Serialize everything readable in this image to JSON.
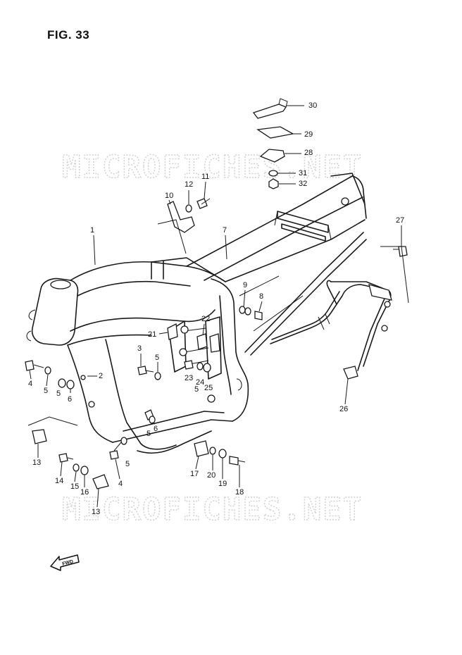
{
  "figure": {
    "title": "FIG. 33"
  },
  "watermark": {
    "text": "MICROFICHES.NET"
  },
  "fwd": {
    "label": "FWD"
  },
  "callouts": [
    {
      "id": "c1",
      "label": "1"
    },
    {
      "id": "c2",
      "label": "2"
    },
    {
      "id": "c3",
      "label": "3"
    },
    {
      "id": "c4a",
      "label": "4"
    },
    {
      "id": "c4b",
      "label": "4"
    },
    {
      "id": "c5a",
      "label": "5"
    },
    {
      "id": "c5b",
      "label": "5"
    },
    {
      "id": "c5c",
      "label": "5"
    },
    {
      "id": "c5d",
      "label": "5"
    },
    {
      "id": "c5e",
      "label": "5"
    },
    {
      "id": "c6a",
      "label": "6"
    },
    {
      "id": "c6b",
      "label": "6"
    },
    {
      "id": "c7",
      "label": "7"
    },
    {
      "id": "c8",
      "label": "8"
    },
    {
      "id": "c9",
      "label": "9"
    },
    {
      "id": "c10",
      "label": "10"
    },
    {
      "id": "c11",
      "label": "11"
    },
    {
      "id": "c12",
      "label": "12"
    },
    {
      "id": "c13a",
      "label": "13"
    },
    {
      "id": "c13b",
      "label": "13"
    },
    {
      "id": "c14",
      "label": "14"
    },
    {
      "id": "c15",
      "label": "15"
    },
    {
      "id": "c16",
      "label": "16"
    },
    {
      "id": "c17",
      "label": "17"
    },
    {
      "id": "c18",
      "label": "18"
    },
    {
      "id": "c19",
      "label": "19"
    },
    {
      "id": "c20",
      "label": "20"
    },
    {
      "id": "c21",
      "label": "21"
    },
    {
      "id": "c22",
      "label": "22"
    },
    {
      "id": "c23",
      "label": "23"
    },
    {
      "id": "c24",
      "label": "24"
    },
    {
      "id": "c25",
      "label": "25"
    },
    {
      "id": "c26",
      "label": "26"
    },
    {
      "id": "c27",
      "label": "27"
    },
    {
      "id": "c28",
      "label": "28"
    },
    {
      "id": "c29",
      "label": "29"
    },
    {
      "id": "c30",
      "label": "30"
    },
    {
      "id": "c31",
      "label": "31"
    },
    {
      "id": "c32",
      "label": "32"
    }
  ]
}
